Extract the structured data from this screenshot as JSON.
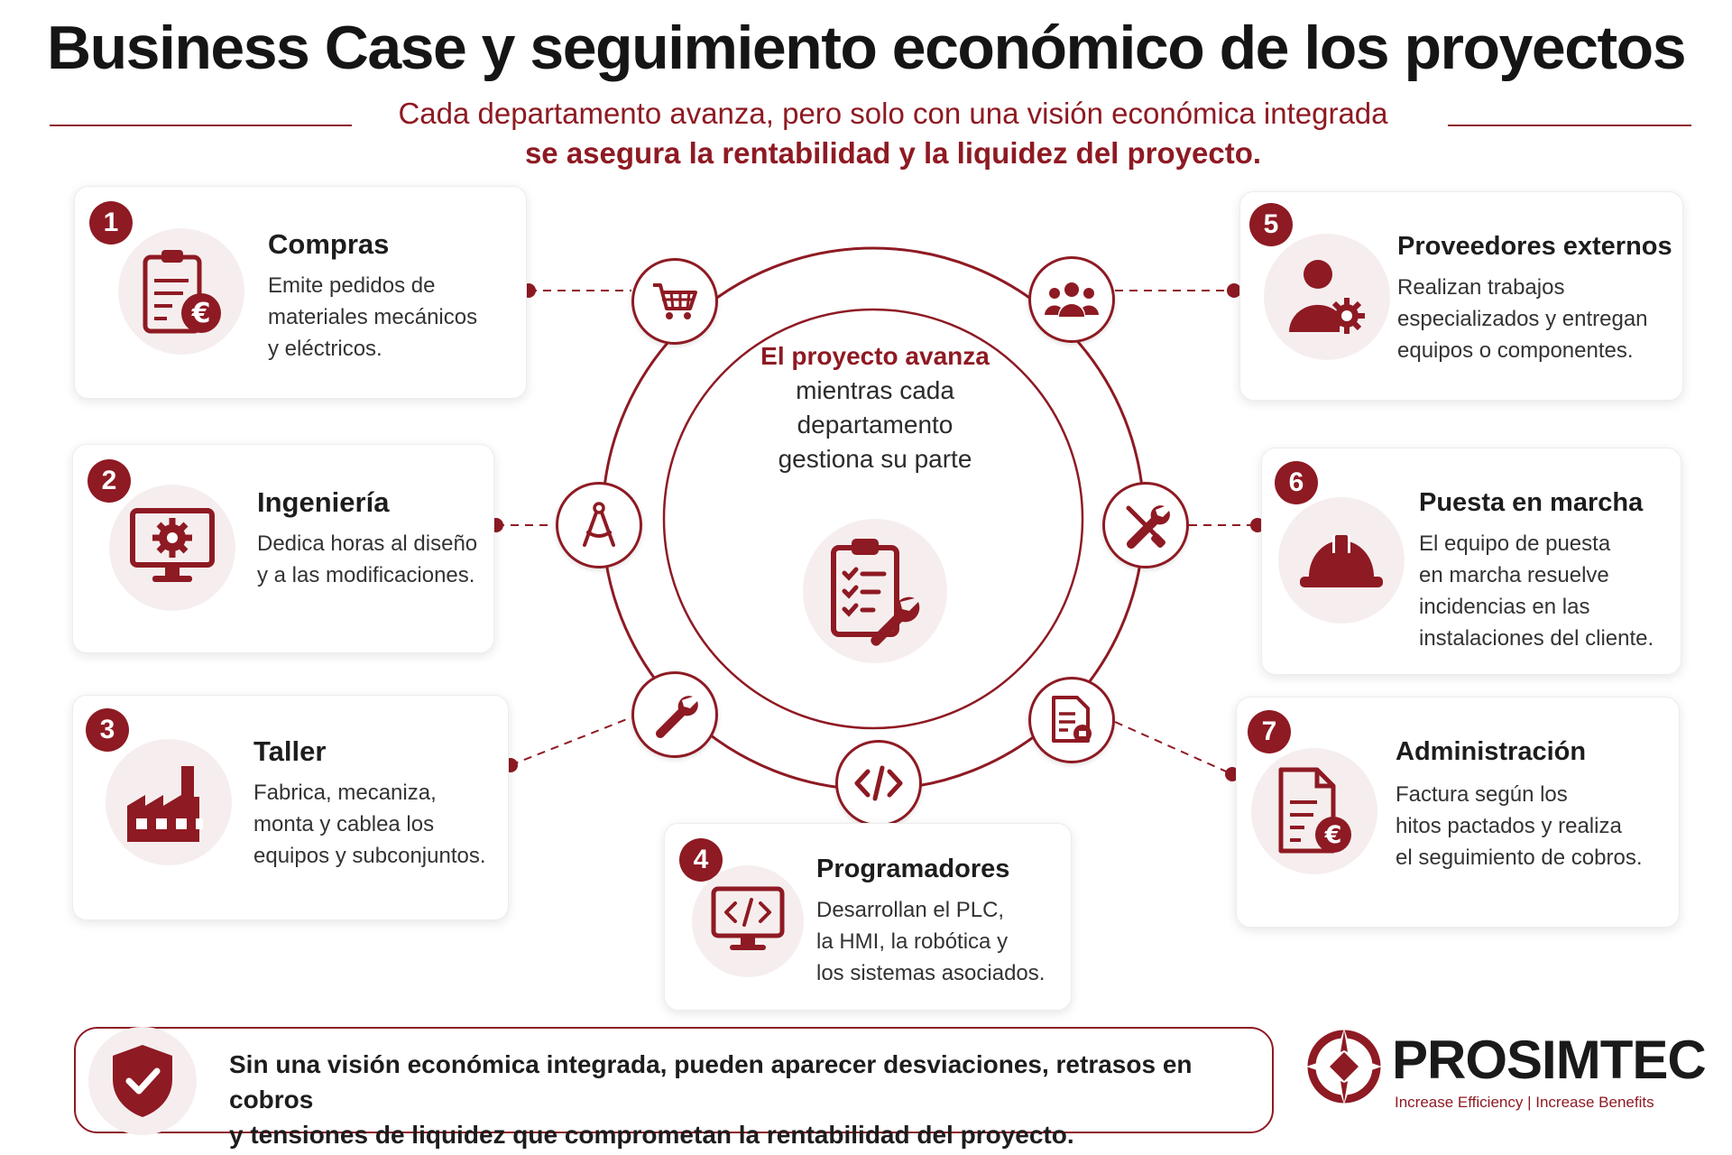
{
  "title": "Business Case y seguimiento económico de los proyectos",
  "subtitle_line1": "Cada departamento avanza, pero solo con una visión económica integrada",
  "subtitle_line2": "se asegura la rentabilidad y la liquidez del proyecto.",
  "center": {
    "lead": "El proyecto avanza",
    "line1": "mientras cada",
    "line2": "departamento",
    "line3": "gestiona su parte"
  },
  "departments": [
    {
      "number": "1",
      "title": "Compras",
      "lines": [
        "Emite pedidos de",
        "materiales mecánicos",
        "y eléctricos."
      ],
      "icon": "clipboard-euro-icon",
      "node_icon": "cart-icon"
    },
    {
      "number": "2",
      "title": "Ingeniería",
      "lines": [
        "Dedica horas al diseño",
        "y a las modificaciones."
      ],
      "icon": "monitor-gear-icon",
      "node_icon": "compass-icon"
    },
    {
      "number": "3",
      "title": "Taller",
      "lines": [
        "Fabrica, mecaniza,",
        "monta y cablea los",
        "equipos y subconjuntos."
      ],
      "icon": "factory-icon",
      "node_icon": "wrench-icon"
    },
    {
      "number": "4",
      "title": "Programadores",
      "lines": [
        "Desarrollan el PLC,",
        "la HMI, la robótica y",
        "los sistemas asociados."
      ],
      "icon": "monitor-code-icon",
      "node_icon": "code-icon"
    },
    {
      "number": "5",
      "title": "Proveedores externos",
      "lines": [
        "Realizan trabajos",
        "especializados y entregan",
        "equipos o componentes."
      ],
      "icon": "person-gear-icon",
      "node_icon": "group-icon"
    },
    {
      "number": "6",
      "title": "Puesta en marcha",
      "lines": [
        "El equipo de puesta",
        "en marcha resuelve",
        "incidencias en las",
        "instalaciones del cliente."
      ],
      "icon": "hard-hat-icon",
      "node_icon": "tools-icon"
    },
    {
      "number": "7",
      "title": "Administración",
      "lines": [
        "Factura según los",
        "hitos pactados y realiza",
        "el seguimiento de cobros."
      ],
      "icon": "invoice-euro-icon",
      "node_icon": "document-coin-icon"
    }
  ],
  "bottom": {
    "line1": "Sin una visión económica integrada, pueden aparecer desviaciones, retrasos en cobros",
    "line2": "y tensiones de liquidez que comprometan la rentabilidad del proyecto."
  },
  "logo": {
    "name": "PROSIMTEC",
    "tagline": "Increase Efficiency | Increase Benefits"
  },
  "colors": {
    "accent": "#8e1a23",
    "icon_bg": "#f6eeee"
  }
}
